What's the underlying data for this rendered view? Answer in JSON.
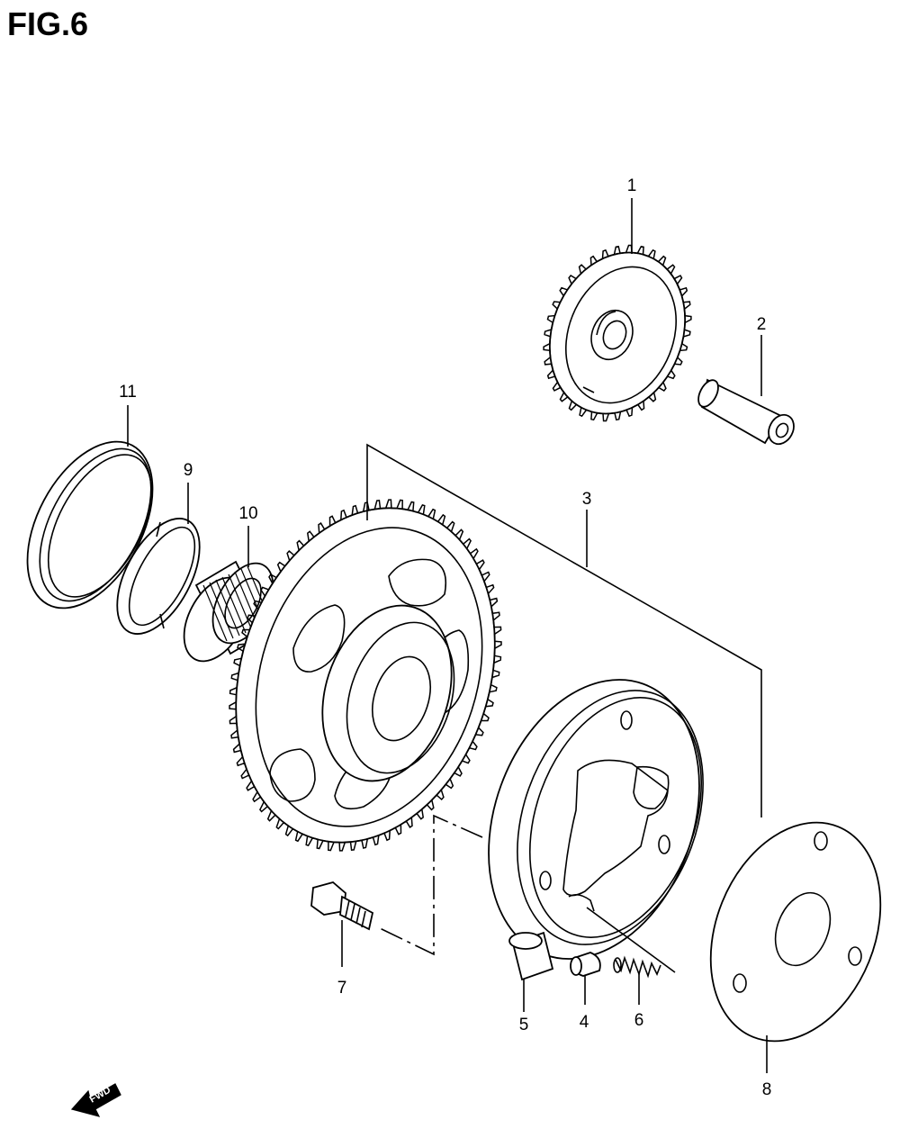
{
  "figure": {
    "title": "FIG.6"
  },
  "callouts": [
    {
      "id": "1",
      "label": "1"
    },
    {
      "id": "2",
      "label": "2"
    },
    {
      "id": "3",
      "label": "3"
    },
    {
      "id": "4",
      "label": "4"
    },
    {
      "id": "5",
      "label": "5"
    },
    {
      "id": "6",
      "label": "6"
    },
    {
      "id": "7",
      "label": "7"
    },
    {
      "id": "8",
      "label": "8"
    },
    {
      "id": "9",
      "label": "9"
    },
    {
      "id": "10",
      "label": "10"
    },
    {
      "id": "11",
      "label": "11"
    }
  ],
  "direction_marker": {
    "text": "FWD"
  }
}
